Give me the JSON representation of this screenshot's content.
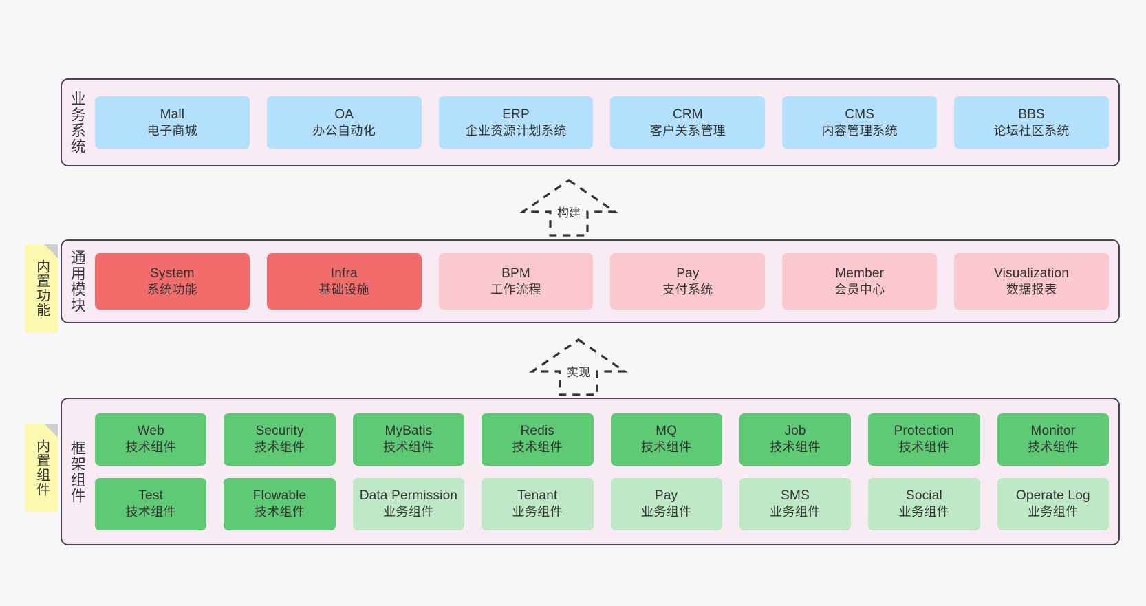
{
  "diagram": {
    "background_color": "#f7f7f7",
    "layers": [
      {
        "id": "business-systems",
        "title": "业务系统",
        "note": null,
        "rows": [
          {
            "nodes": [
              {
                "title": "Mall",
                "sub": "电子商城",
                "color": "#b3e0fc",
                "style": "blue"
              },
              {
                "title": "OA",
                "sub": "办公自动化",
                "color": "#b3e0fc",
                "style": "blue"
              },
              {
                "title": "ERP",
                "sub": "企业资源计划系统",
                "color": "#b3e0fc",
                "style": "blue"
              },
              {
                "title": "CRM",
                "sub": "客户关系管理",
                "color": "#b3e0fc",
                "style": "blue"
              },
              {
                "title": "CMS",
                "sub": "内容管理系统",
                "color": "#b3e0fc",
                "style": "blue"
              },
              {
                "title": "BBS",
                "sub": "论坛社区系统",
                "color": "#b3e0fc",
                "style": "blue"
              }
            ]
          }
        ]
      },
      {
        "id": "common-modules",
        "title": "通用模块",
        "note": "内置功能",
        "rows": [
          {
            "nodes": [
              {
                "title": "System",
                "sub": "系统功能",
                "color": "#f36c6c",
                "style": "red"
              },
              {
                "title": "Infra",
                "sub": "基础设施",
                "color": "#f36c6c",
                "style": "red"
              },
              {
                "title": "BPM",
                "sub": "工作流程",
                "color": "#fbc8cd",
                "style": "pink"
              },
              {
                "title": "Pay",
                "sub": "支付系统",
                "color": "#fbc8cd",
                "style": "pink"
              },
              {
                "title": "Member",
                "sub": "会员中心",
                "color": "#fbc8cd",
                "style": "pink"
              },
              {
                "title": "Visualization",
                "sub": "数据报表",
                "color": "#fbc8cd",
                "style": "pink"
              }
            ]
          }
        ]
      },
      {
        "id": "framework-components",
        "title": "框架组件",
        "note": "内置组件",
        "rows": [
          {
            "nodes": [
              {
                "title": "Web",
                "sub": "技术组件",
                "color": "#5fca76",
                "style": "green"
              },
              {
                "title": "Security",
                "sub": "技术组件",
                "color": "#5fca76",
                "style": "green"
              },
              {
                "title": "MyBatis",
                "sub": "技术组件",
                "color": "#5fca76",
                "style": "green"
              },
              {
                "title": "Redis",
                "sub": "技术组件",
                "color": "#5fca76",
                "style": "green"
              },
              {
                "title": "MQ",
                "sub": "技术组件",
                "color": "#5fca76",
                "style": "green"
              },
              {
                "title": "Job",
                "sub": "技术组件",
                "color": "#5fca76",
                "style": "green"
              },
              {
                "title": "Protection",
                "sub": "技术组件",
                "color": "#5fca76",
                "style": "green"
              },
              {
                "title": "Monitor",
                "sub": "技术组件",
                "color": "#5fca76",
                "style": "green"
              }
            ]
          },
          {
            "nodes": [
              {
                "title": "Test",
                "sub": "技术组件",
                "color": "#5fca76",
                "style": "green"
              },
              {
                "title": "Flowable",
                "sub": "技术组件",
                "color": "#5fca76",
                "style": "green"
              },
              {
                "title": "Data Permission",
                "sub": "业务组件",
                "color": "#bfe8c7",
                "style": "lightgreen"
              },
              {
                "title": "Tenant",
                "sub": "业务组件",
                "color": "#bfe8c7",
                "style": "lightgreen"
              },
              {
                "title": "Pay",
                "sub": "业务组件",
                "color": "#bfe8c7",
                "style": "lightgreen"
              },
              {
                "title": "SMS",
                "sub": "业务组件",
                "color": "#bfe8c7",
                "style": "lightgreen"
              },
              {
                "title": "Social",
                "sub": "业务组件",
                "color": "#bfe8c7",
                "style": "lightgreen"
              },
              {
                "title": "Operate Log",
                "sub": "业务组件",
                "color": "#bfe8c7",
                "style": "lightgreen"
              }
            ]
          }
        ]
      }
    ],
    "connectors": [
      {
        "id": "build",
        "label": "构建",
        "direction": "up",
        "style": "dashed-hollow-arrow"
      },
      {
        "id": "implement",
        "label": "实现",
        "direction": "up",
        "style": "dashed-hollow-arrow"
      }
    ]
  }
}
